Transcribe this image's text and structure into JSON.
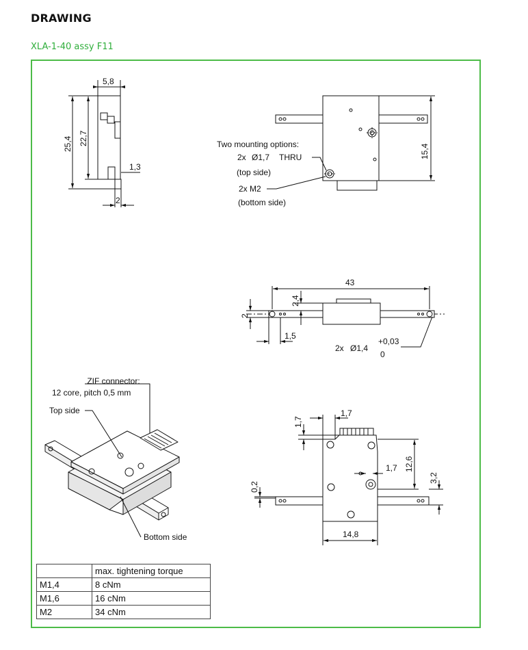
{
  "header": {
    "title": "DRAWING",
    "subtitle": "XLA-1-40 assy F11"
  },
  "drawing": {
    "side_view": {
      "dim_width": "5,8",
      "dim_height_total": "25,4",
      "dim_height_inner": "22,7",
      "dim_foot": "1,3",
      "dim_bottom": "2"
    },
    "top_view": {
      "mounting_title": "Two mounting options:",
      "thru_qty": "2x",
      "thru_symbol": "Ø1,7",
      "thru_label": "THRU",
      "thru_side": "(top side)",
      "m2_label": "2x  M2",
      "m2_side": "(bottom side)",
      "dim_height": "15,4"
    },
    "front_view": {
      "dim_length": "43",
      "dim_offset": "2,4",
      "dim_rail": "2",
      "dim_end": "1,5",
      "hole_qty": "2x",
      "hole_symbol": "Ø1,4",
      "tol_upper": "+0,03",
      "tol_lower": "0"
    },
    "iso_view": {
      "zif_line1": "ZIF connector:",
      "zif_line2": "12 core, pitch 0,5 mm",
      "top_side": "Top side",
      "bottom_side": "Bottom side"
    },
    "bottom_view": {
      "dim_a": "1,7",
      "dim_b": "1,7",
      "dim_c": "12,6",
      "dim_d": "1,7",
      "dim_e": "3,2",
      "dim_f": "0,2",
      "dim_width": "14,8"
    }
  },
  "torque_table": {
    "header": [
      "",
      "max. tightening torque"
    ],
    "rows": [
      [
        "M1,4",
        "8 cNm"
      ],
      [
        "M1,6",
        "16 cNm"
      ],
      [
        "M2",
        "34 cNm"
      ]
    ]
  },
  "colors": {
    "frame": "#4cbb47",
    "subtitle": "#2fae3b"
  }
}
